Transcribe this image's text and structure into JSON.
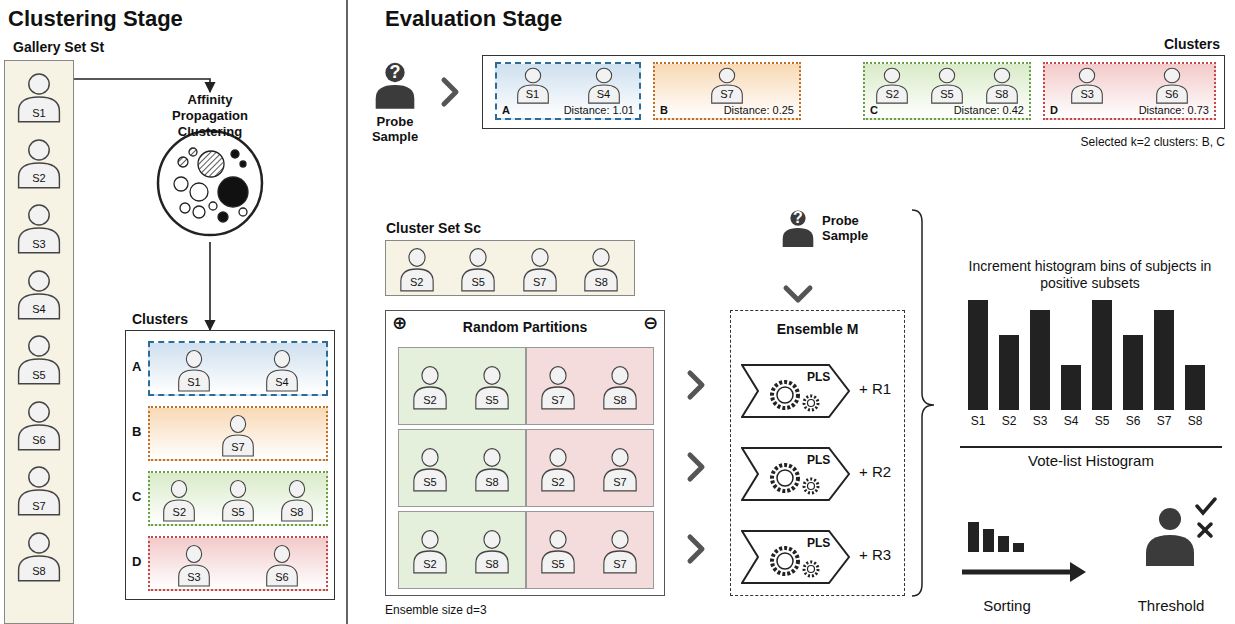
{
  "diagram": {
    "nodes": [
      {
        "text": [
          "Gallery Set St"
        ]
      },
      {
        "text": [
          "S1"
        ],
        "in": 0
      },
      {
        "text": [
          "S2"
        ],
        "in": 0
      },
      {
        "text": [
          "S3"
        ],
        "in": 0
      },
      {
        "text": [
          "S4"
        ],
        "in": 0
      },
      {
        "text": [
          "S5"
        ],
        "in": 0
      },
      {
        "text": [
          "S6"
        ],
        "in": 0
      },
      {
        "text": [
          "S7"
        ],
        "in": 0
      },
      {
        "text": [
          "S8"
        ],
        "in": 0
      },
      {
        "text": [
          "Affinity Propagation Clustering"
        ]
      },
      {
        "text": [
          "Clusters"
        ]
      },
      {
        "text": [
          "A"
        ],
        "in": 10
      },
      {
        "text": [
          "S1"
        ],
        "in": 11
      },
      {
        "text": [
          "S4"
        ],
        "in": 11
      },
      {
        "text": [
          "B"
        ],
        "in": 10
      },
      {
        "text": [
          "S7"
        ],
        "in": 14
      },
      {
        "text": [
          "C"
        ],
        "in": 10
      },
      {
        "text": [
          "S2"
        ],
        "in": 16
      },
      {
        "text": [
          "S5"
        ],
        "in": 16
      },
      {
        "text": [
          "S8"
        ],
        "in": 16
      },
      {
        "text": [
          "D"
        ],
        "in": 10
      },
      {
        "text": [
          "S3"
        ],
        "in": 20
      },
      {
        "text": [
          "S6"
        ],
        "in": 20
      },
      {
        "text": [
          "?",
          "Probe Sample"
        ]
      },
      {
        "text": [
          "Clusters"
        ]
      },
      {
        "text": [
          "A",
          "Distance: 1.01"
        ],
        "in": 24
      },
      {
        "text": [
          "S1"
        ],
        "in": 25
      },
      {
        "text": [
          "S4"
        ],
        "in": 25
      },
      {
        "text": [
          "B",
          "Distance: 0.25"
        ],
        "in": 24
      },
      {
        "text": [
          "S7"
        ],
        "in": 28
      },
      {
        "text": [
          "C",
          "Distance: 0.42"
        ],
        "in": 24
      },
      {
        "text": [
          "S2"
        ],
        "in": 30
      },
      {
        "text": [
          "S5"
        ],
        "in": 30
      },
      {
        "text": [
          "S8"
        ],
        "in": 30
      },
      {
        "text": [
          "D",
          "Distance: 0.73"
        ],
        "in": 24
      },
      {
        "text": [
          "S3"
        ],
        "in": 34
      },
      {
        "text": [
          "S6"
        ],
        "in": 34
      },
      {
        "text": [
          "Cluster Set Sc"
        ]
      },
      {
        "text": [
          "S2"
        ],
        "in": 37
      },
      {
        "text": [
          "S5"
        ],
        "in": 37
      },
      {
        "text": [
          "S7"
        ],
        "in": 37
      },
      {
        "text": [
          "S8"
        ],
        "in": 37
      },
      {
        "text": [
          "⊕",
          "Random Partitions",
          "⊖"
        ]
      },
      {
        "text": [],
        "in": 42
      },
      {
        "text": [
          "S2"
        ],
        "in": 43
      },
      {
        "text": [
          "S5"
        ],
        "in": 43
      },
      {
        "text": [],
        "in": 42
      },
      {
        "text": [
          "S7"
        ],
        "in": 46
      },
      {
        "text": [
          "S8"
        ],
        "in": 46
      },
      {
        "text": [],
        "in": 42
      },
      {
        "text": [
          "S5"
        ],
        "in": 49
      },
      {
        "text": [
          "S8"
        ],
        "in": 49
      },
      {
        "text": [],
        "in": 42
      },
      {
        "text": [
          "S2"
        ],
        "in": 52
      },
      {
        "text": [
          "S7"
        ],
        "in": 52
      },
      {
        "text": [],
        "in": 42
      },
      {
        "text": [
          "S2"
        ],
        "in": 55
      },
      {
        "text": [
          "S8"
        ],
        "in": 55
      },
      {
        "text": [],
        "in": 42
      },
      {
        "text": [
          "S5"
        ],
        "in": 58
      },
      {
        "text": [
          "S7"
        ],
        "in": 58
      },
      {
        "text": [
          "Probe Sample",
          "?"
        ]
      },
      {
        "text": [
          "Ensemble M"
        ]
      },
      {
        "text": [
          "PLS",
          "+ R1"
        ],
        "in": 62
      },
      {
        "text": [
          "PLS",
          "+ R2"
        ],
        "in": 62
      },
      {
        "text": [
          "PLS",
          "+ R3"
        ],
        "in": 62
      }
    ],
    "edges": [
      {
        "from": 1,
        "to": 9,
        "arrow": "to"
      },
      {
        "from": 9,
        "to": 10,
        "arrow": "to"
      }
    ],
    "labels": [
      "Clustering Stage",
      "Evaluation Stage",
      "Selected k=2 clusters: B, C",
      "Ensemble size d=3",
      "Increment histogram bins of subjects in positive subsets",
      "S1",
      "S2",
      "S3",
      "S4",
      "S5",
      "S6",
      "S7",
      "S8",
      "Vote-list Histogram",
      "Sorting",
      "Threshold"
    ]
  }
}
